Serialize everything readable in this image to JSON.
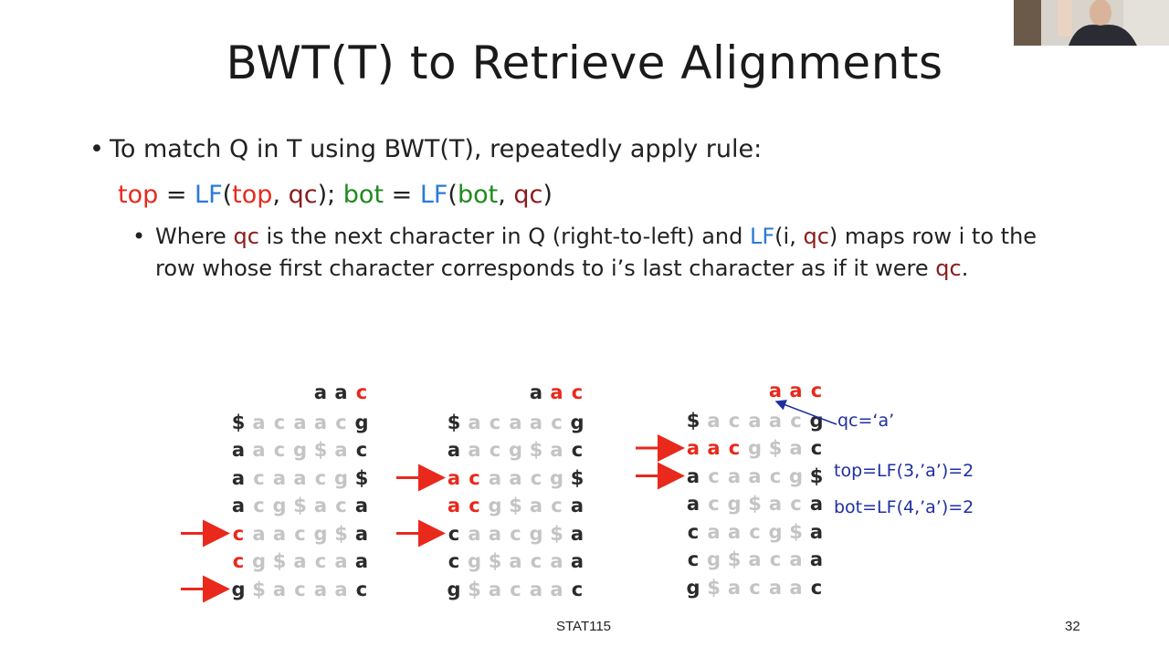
{
  "slide": {
    "title": "BWT(T) to Retrieve Alignments",
    "bullet_main": "To match Q in T using BWT(T), repeatedly apply rule:",
    "rule": {
      "top_kw": "top",
      "eq1": " = ",
      "lf1": "LF",
      "paren_open1": "(",
      "top_arg": "top",
      "comma1": ", ",
      "qc1": "qc",
      "close1": "); ",
      "bot_kw": "bot",
      "eq2": " = ",
      "lf2": "LF",
      "paren_open2": "(",
      "bot_arg": "bot",
      "comma2": ", ",
      "qc2": "qc",
      "close2": ")"
    },
    "sub_bullet": {
      "p1": "Where ",
      "qc1": "qc",
      "p2": " is the next character in Q (right-to-left) and ",
      "lf": "LF",
      "p3": "(i, ",
      "qc2": "qc",
      "p4": ") maps row i to the row whose first character corresponds to i’s last character as if it were ",
      "qc3": "qc",
      "p5": "."
    },
    "annotations": {
      "qc_note": "qc=‘a’",
      "top_note": "top=LF(3,’a’)=2",
      "bot_note": "bot=LF(4,’a’)=2"
    },
    "footer": {
      "course": "STAT115",
      "page_number": "32"
    },
    "colors": {
      "red": "#e8291c",
      "blue": "#2b7bd6",
      "green": "#1e8a1e",
      "maroon": "#8b1a1a",
      "navy": "#1f2fa0",
      "gray_text": "#c4c4c4"
    },
    "matrices": [
      {
        "query": [
          {
            "c": "a",
            "s": "blk"
          },
          {
            "c": "a",
            "s": "blk"
          },
          {
            "c": "c",
            "s": "hl"
          }
        ],
        "rows": [
          {
            "arrow": false,
            "cells": [
              [
                "$",
                "blk"
              ],
              [
                "a",
                "gray"
              ],
              [
                "c",
                "gray"
              ],
              [
                "a",
                "gray"
              ],
              [
                "a",
                "gray"
              ],
              [
                "c",
                "gray"
              ],
              [
                "g",
                "blk"
              ]
            ]
          },
          {
            "arrow": false,
            "cells": [
              [
                "a",
                "blk"
              ],
              [
                "a",
                "gray"
              ],
              [
                "c",
                "gray"
              ],
              [
                "g",
                "gray"
              ],
              [
                "$",
                "gray"
              ],
              [
                "a",
                "gray"
              ],
              [
                "c",
                "blk"
              ]
            ]
          },
          {
            "arrow": false,
            "cells": [
              [
                "a",
                "blk"
              ],
              [
                "c",
                "gray"
              ],
              [
                "a",
                "gray"
              ],
              [
                "a",
                "gray"
              ],
              [
                "c",
                "gray"
              ],
              [
                "g",
                "gray"
              ],
              [
                "$",
                "blk"
              ]
            ]
          },
          {
            "arrow": false,
            "cells": [
              [
                "a",
                "blk"
              ],
              [
                "c",
                "gray"
              ],
              [
                "g",
                "gray"
              ],
              [
                "$",
                "gray"
              ],
              [
                "a",
                "gray"
              ],
              [
                "c",
                "gray"
              ],
              [
                "a",
                "blk"
              ]
            ]
          },
          {
            "arrow": true,
            "cells": [
              [
                "c",
                "hl"
              ],
              [
                "a",
                "gray"
              ],
              [
                "a",
                "gray"
              ],
              [
                "c",
                "gray"
              ],
              [
                "g",
                "gray"
              ],
              [
                "$",
                "gray"
              ],
              [
                "a",
                "blk"
              ]
            ]
          },
          {
            "arrow": false,
            "cells": [
              [
                "c",
                "hl"
              ],
              [
                "g",
                "gray"
              ],
              [
                "$",
                "gray"
              ],
              [
                "a",
                "gray"
              ],
              [
                "c",
                "gray"
              ],
              [
                "a",
                "gray"
              ],
              [
                "a",
                "blk"
              ]
            ]
          },
          {
            "arrow": true,
            "cells": [
              [
                "g",
                "blk"
              ],
              [
                "$",
                "gray"
              ],
              [
                "a",
                "gray"
              ],
              [
                "c",
                "gray"
              ],
              [
                "a",
                "gray"
              ],
              [
                "a",
                "gray"
              ],
              [
                "c",
                "blk"
              ]
            ]
          }
        ]
      },
      {
        "query": [
          {
            "c": "a",
            "s": "blk"
          },
          {
            "c": "a",
            "s": "hl"
          },
          {
            "c": "c",
            "s": "hl"
          }
        ],
        "rows": [
          {
            "arrow": false,
            "cells": [
              [
                "$",
                "blk"
              ],
              [
                "a",
                "gray"
              ],
              [
                "c",
                "gray"
              ],
              [
                "a",
                "gray"
              ],
              [
                "a",
                "gray"
              ],
              [
                "c",
                "gray"
              ],
              [
                "g",
                "blk"
              ]
            ]
          },
          {
            "arrow": false,
            "cells": [
              [
                "a",
                "blk"
              ],
              [
                "a",
                "gray"
              ],
              [
                "c",
                "gray"
              ],
              [
                "g",
                "gray"
              ],
              [
                "$",
                "gray"
              ],
              [
                "a",
                "gray"
              ],
              [
                "c",
                "blk"
              ]
            ]
          },
          {
            "arrow": true,
            "cells": [
              [
                "a",
                "hl"
              ],
              [
                "c",
                "hl"
              ],
              [
                "a",
                "gray"
              ],
              [
                "a",
                "gray"
              ],
              [
                "c",
                "gray"
              ],
              [
                "g",
                "gray"
              ],
              [
                "$",
                "blk"
              ]
            ]
          },
          {
            "arrow": false,
            "cells": [
              [
                "a",
                "hl"
              ],
              [
                "c",
                "hl"
              ],
              [
                "g",
                "gray"
              ],
              [
                "$",
                "gray"
              ],
              [
                "a",
                "gray"
              ],
              [
                "c",
                "gray"
              ],
              [
                "a",
                "blk"
              ]
            ]
          },
          {
            "arrow": true,
            "cells": [
              [
                "c",
                "blk"
              ],
              [
                "a",
                "gray"
              ],
              [
                "a",
                "gray"
              ],
              [
                "c",
                "gray"
              ],
              [
                "g",
                "gray"
              ],
              [
                "$",
                "gray"
              ],
              [
                "a",
                "blk"
              ]
            ]
          },
          {
            "arrow": false,
            "cells": [
              [
                "c",
                "blk"
              ],
              [
                "g",
                "gray"
              ],
              [
                "$",
                "gray"
              ],
              [
                "a",
                "gray"
              ],
              [
                "c",
                "gray"
              ],
              [
                "a",
                "gray"
              ],
              [
                "a",
                "blk"
              ]
            ]
          },
          {
            "arrow": false,
            "cells": [
              [
                "g",
                "blk"
              ],
              [
                "$",
                "gray"
              ],
              [
                "a",
                "gray"
              ],
              [
                "c",
                "gray"
              ],
              [
                "a",
                "gray"
              ],
              [
                "a",
                "gray"
              ],
              [
                "c",
                "blk"
              ]
            ]
          }
        ]
      },
      {
        "query": [
          {
            "c": "a",
            "s": "hl"
          },
          {
            "c": "a",
            "s": "hl"
          },
          {
            "c": "c",
            "s": "hl"
          }
        ],
        "rows": [
          {
            "arrow": false,
            "cells": [
              [
                "$",
                "blk"
              ],
              [
                "a",
                "gray"
              ],
              [
                "c",
                "gray"
              ],
              [
                "a",
                "gray"
              ],
              [
                "a",
                "gray"
              ],
              [
                "c",
                "gray"
              ],
              [
                "g",
                "blk"
              ]
            ]
          },
          {
            "arrow": true,
            "cells": [
              [
                "a",
                "hl"
              ],
              [
                "a",
                "hl"
              ],
              [
                "c",
                "hl"
              ],
              [
                "g",
                "gray"
              ],
              [
                "$",
                "gray"
              ],
              [
                "a",
                "gray"
              ],
              [
                "c",
                "blk"
              ]
            ]
          },
          {
            "arrow": true,
            "cells": [
              [
                "a",
                "blk"
              ],
              [
                "c",
                "gray"
              ],
              [
                "a",
                "gray"
              ],
              [
                "a",
                "gray"
              ],
              [
                "c",
                "gray"
              ],
              [
                "g",
                "gray"
              ],
              [
                "$",
                "blk"
              ]
            ]
          },
          {
            "arrow": false,
            "cells": [
              [
                "a",
                "blk"
              ],
              [
                "c",
                "gray"
              ],
              [
                "g",
                "gray"
              ],
              [
                "$",
                "gray"
              ],
              [
                "a",
                "gray"
              ],
              [
                "c",
                "gray"
              ],
              [
                "a",
                "blk"
              ]
            ]
          },
          {
            "arrow": false,
            "cells": [
              [
                "c",
                "blk"
              ],
              [
                "a",
                "gray"
              ],
              [
                "a",
                "gray"
              ],
              [
                "c",
                "gray"
              ],
              [
                "g",
                "gray"
              ],
              [
                "$",
                "gray"
              ],
              [
                "a",
                "blk"
              ]
            ]
          },
          {
            "arrow": false,
            "cells": [
              [
                "c",
                "blk"
              ],
              [
                "g",
                "gray"
              ],
              [
                "$",
                "gray"
              ],
              [
                "a",
                "gray"
              ],
              [
                "c",
                "gray"
              ],
              [
                "a",
                "gray"
              ],
              [
                "a",
                "blk"
              ]
            ]
          },
          {
            "arrow": false,
            "cells": [
              [
                "g",
                "blk"
              ],
              [
                "$",
                "gray"
              ],
              [
                "a",
                "gray"
              ],
              [
                "c",
                "gray"
              ],
              [
                "a",
                "gray"
              ],
              [
                "a",
                "gray"
              ],
              [
                "c",
                "blk"
              ]
            ]
          }
        ]
      }
    ]
  }
}
